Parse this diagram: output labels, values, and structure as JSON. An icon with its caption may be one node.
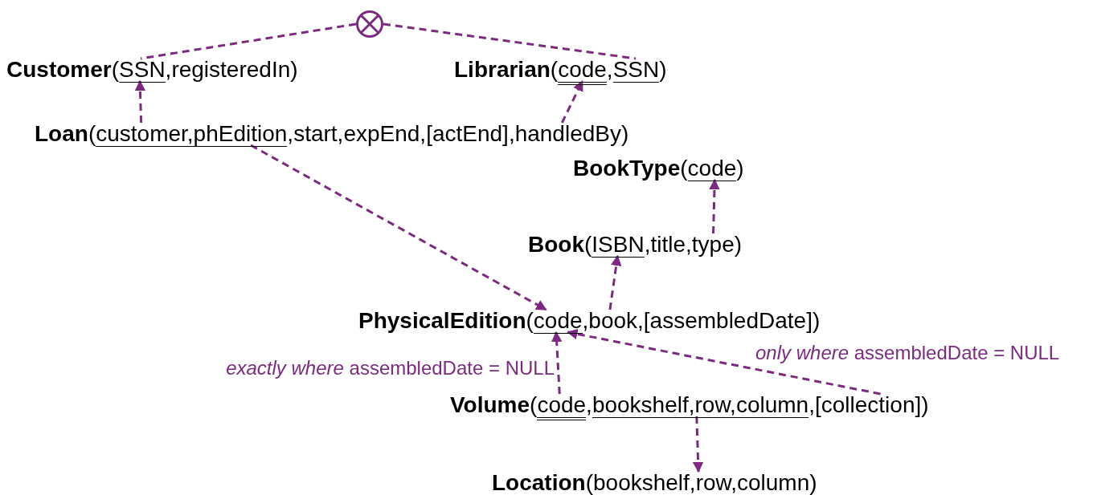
{
  "diagram": {
    "nodes": [
      {
        "text": [],
        "shape": "circle"
      },
      {
        "text": [
          "**Customer**(SSN,registeredIn)"
        ]
      },
      {
        "text": [
          "**Librarian**(code,SSN)"
        ]
      },
      {
        "text": [
          "**Loan**(customer,phEdition,start,expEnd,[actEnd],handledBy)"
        ]
      },
      {
        "text": [
          "**BookType**(code)"
        ]
      },
      {
        "text": [
          "**Book**(ISBN,title,type)"
        ]
      },
      {
        "text": [
          "**PhysicalEdition**(code,book,[assembledDate])"
        ]
      },
      {
        "text": [
          "**Volume**(code,bookshelf,row,column,[collection])"
        ]
      },
      {
        "text": [
          "**Location**(bookshelf,row,column)"
        ]
      }
    ],
    "edges": [
      {
        "from": 0,
        "to": 1,
        "arrow": "none",
        "style": "dashed"
      },
      {
        "from": 0,
        "to": 2,
        "arrow": "none",
        "style": "dashed"
      },
      {
        "from": 3,
        "to": 1,
        "arrow": "to",
        "style": "dashed"
      },
      {
        "from": 3,
        "to": 2,
        "arrow": "to",
        "style": "dashed"
      },
      {
        "from": 3,
        "to": 6,
        "arrow": "to",
        "style": "dashed"
      },
      {
        "from": 5,
        "to": 4,
        "arrow": "to",
        "style": "dashed"
      },
      {
        "from": 6,
        "to": 5,
        "arrow": "to",
        "style": "dashed"
      },
      {
        "from": 7,
        "to": 6,
        "arrow": "to",
        "style": "dashed",
        "label": "*exactly where* assembledDate = NULL"
      },
      {
        "from": 7,
        "to": 6,
        "arrow": "to",
        "style": "dashed",
        "label": "*only where* assembledDate = NULL"
      },
      {
        "from": 7,
        "to": 8,
        "arrow": "to",
        "style": "dashed"
      }
    ]
  }
}
